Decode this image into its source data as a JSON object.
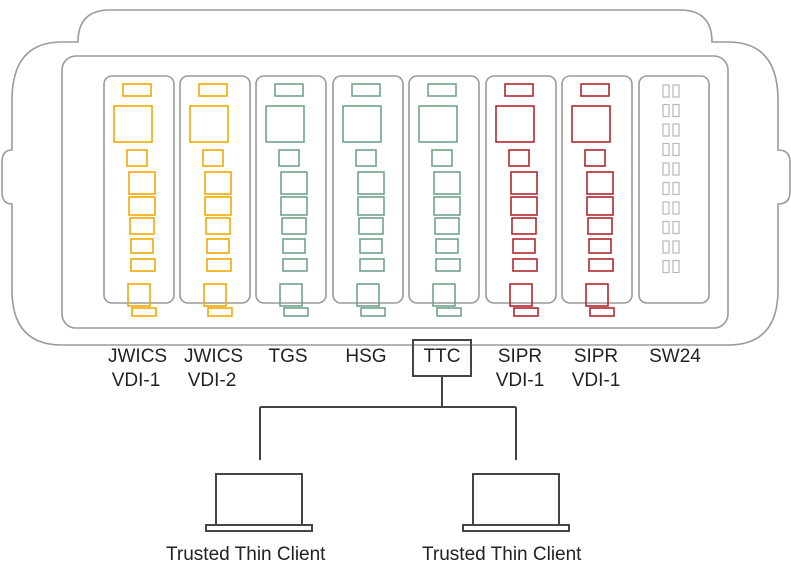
{
  "colors": {
    "outline": "#9a9a9a",
    "jwics": "#F2A900",
    "green": "#6FA487",
    "sipr": "#B0272F",
    "switch": "#b8b8b8",
    "connector": "#444444"
  },
  "modules": [
    {
      "id": "jwics-vdi-1",
      "line1": "JWICS",
      "line2": "VDI-1",
      "color": "jwics"
    },
    {
      "id": "jwics-vdi-2",
      "line1": "JWICS",
      "line2": "VDI-2",
      "color": "jwics"
    },
    {
      "id": "tgs",
      "line1": "TGS",
      "line2": "",
      "color": "green"
    },
    {
      "id": "hsg",
      "line1": "HSG",
      "line2": "",
      "color": "green"
    },
    {
      "id": "ttc",
      "line1": "TTC",
      "line2": "",
      "color": "green"
    },
    {
      "id": "sipr-vdi-1a",
      "line1": "SIPR",
      "line2": "VDI-1",
      "color": "sipr"
    },
    {
      "id": "sipr-vdi-1b",
      "line1": "SIPR",
      "line2": "VDI-1",
      "color": "sipr"
    },
    {
      "id": "sw24",
      "line1": "SW24",
      "line2": "",
      "color": "switch"
    }
  ],
  "clients": [
    {
      "label": "Trusted Thin Client"
    },
    {
      "label": "Trusted Thin Client"
    }
  ]
}
